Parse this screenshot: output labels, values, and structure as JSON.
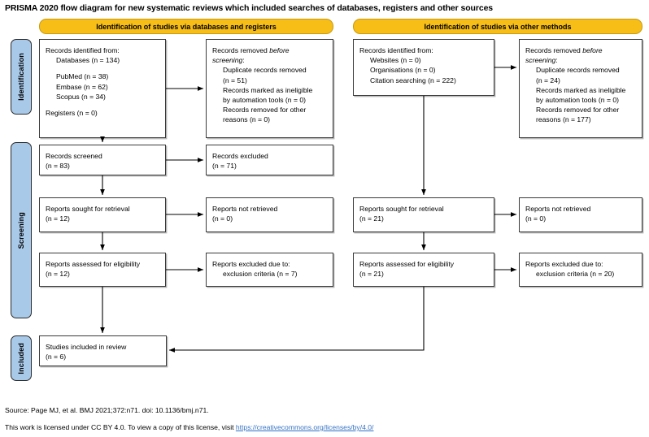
{
  "title": "PRISMA 2020 flow diagram for new systematic reviews which included searches of databases, registers and other sources",
  "banners": {
    "left": "Identification of studies via databases and registers",
    "right": "Identification of studies via other methods"
  },
  "stages": {
    "identification": "Identification",
    "screening": "Screening",
    "included": "Included"
  },
  "colors": {
    "banner_fill": "#F7BE17",
    "banner_border": "#C99A10",
    "stage_tab_fill": "#A9C9E9",
    "box_border": "#3a3a3a",
    "link": "#3573c4"
  },
  "left_column": {
    "identified": {
      "line1": "Records identified from:",
      "line2": "Databases (n =  134)",
      "line3": "PubMed (n = 38)",
      "line4": "Embase (n = 62)",
      "line5": "Scopus (n = 34)",
      "line6": "Registers (n = 0)"
    },
    "removed_before_screening": {
      "line1_a": "Records removed ",
      "line1_b": "before",
      "line2_b": "screening",
      "line2_a": ":",
      "line3": "Duplicate records removed",
      "line4": "(n = 51)",
      "line5": "Records marked as ineligible",
      "line6": "by automation tools (n = 0)",
      "line7": "Records removed for other",
      "line8": "reasons (n = 0)"
    },
    "screened": {
      "line1": "Records screened",
      "line2": "(n = 83)"
    },
    "excluded": {
      "line1": "Records excluded",
      "line2": "(n = 71)"
    },
    "sought": {
      "line1": "Reports sought for retrieval",
      "line2": "(n = 12)"
    },
    "not_retrieved": {
      "line1": "Reports not retrieved",
      "line2": "(n = 0)"
    },
    "assessed": {
      "line1": "Reports assessed for eligibility",
      "line2": "(n = 12)"
    },
    "excluded_reasons": {
      "line1": "Reports excluded due to:",
      "line2": "exclusion criteria (n = 7)"
    }
  },
  "right_column": {
    "identified": {
      "line1": "Records identified from:",
      "line2": "Websites (n = 0)",
      "line3": "Organisations (n = 0)",
      "line4": "Citation searching (n = 222)"
    },
    "removed_before_screening": {
      "line1_a": "Records removed ",
      "line1_b": "before",
      "line2_b": "screening",
      "line2_a": ":",
      "line3": "Duplicate records removed",
      "line4": "(n = 24)",
      "line5": "Records marked as ineligible",
      "line6": "by automation tools (n = 0)",
      "line7": "Records removed for other",
      "line8": "reasons (n = 177)"
    },
    "sought": {
      "line1": "Reports sought for retrieval",
      "line2": "(n = 21)"
    },
    "not_retrieved": {
      "line1": "Reports not retrieved",
      "line2": "(n = 0)"
    },
    "assessed": {
      "line1": "Reports assessed for eligibility",
      "line2": "(n = 21)"
    },
    "excluded_reasons": {
      "line1": "Reports excluded due to:",
      "line2": "exclusion criteria (n = 20)"
    }
  },
  "included_box": {
    "line1": "Studies included in review",
    "line2": "(n = 6)"
  },
  "footer": {
    "source": "Source: Page MJ, et al. BMJ 2021;372:n71. doi: 10.1136/bmj.n71.",
    "license_prefix": "This work is licensed under CC BY 4.0. To view a copy of this license, visit ",
    "license_url_text": "https://creativecommons.org/licenses/by/4.0/"
  }
}
